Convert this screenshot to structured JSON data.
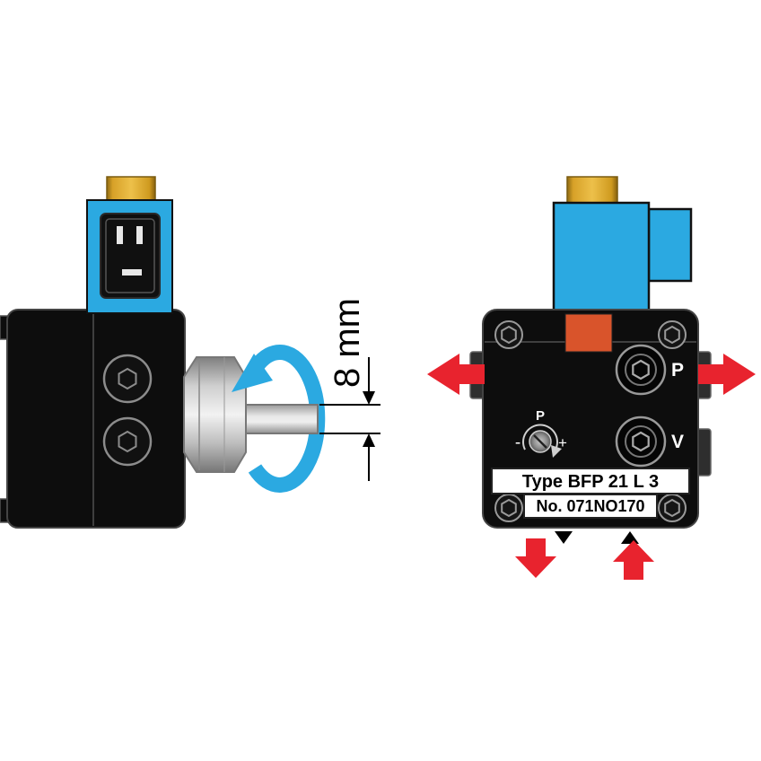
{
  "diagram": {
    "left_view": {
      "dimension_label": "8 mm"
    },
    "right_view": {
      "type_label": "Type BFP 21 L 3",
      "serial_label": "No. 071NO170",
      "port_p": "P",
      "port_v": "V",
      "dial": {
        "label": "P",
        "minus": "-",
        "plus": "+"
      }
    },
    "colors": {
      "accent_blue": "#2BA9E1",
      "arrow_red": "#E8232E",
      "brass": "#DCA62C",
      "orange_marker": "#D9542B",
      "body_black": "#0D0D0D"
    },
    "icons": [
      {
        "name": "rotation-arrow",
        "shape": "blue circular arrow around shaft"
      },
      {
        "name": "flow-arrow-left-icon",
        "shape": "red arrow pointing left"
      },
      {
        "name": "flow-arrow-right-icon",
        "shape": "red arrow pointing right"
      },
      {
        "name": "flow-arrow-down-icon",
        "shape": "red arrow pointing down"
      },
      {
        "name": "flow-arrow-up-icon",
        "shape": "red arrow pointing up"
      },
      {
        "name": "nozzle-marker-down-icon",
        "shape": "small black triangle pointing down"
      },
      {
        "name": "nozzle-marker-up-icon",
        "shape": "small black triangle pointing up"
      }
    ]
  }
}
